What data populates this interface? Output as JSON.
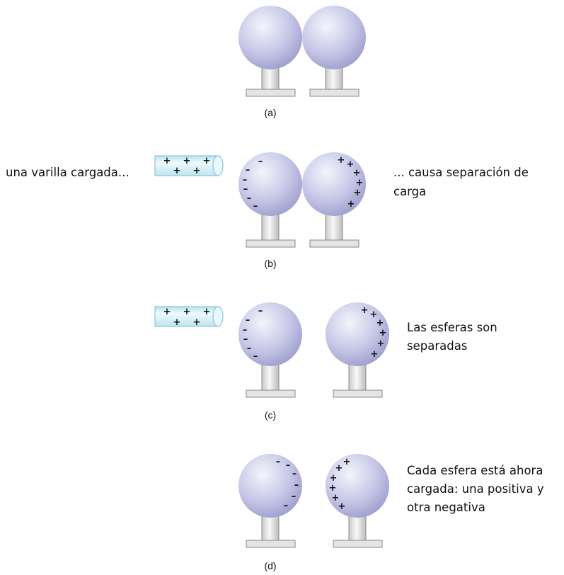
{
  "panels": {
    "a": {
      "caption": "(a)"
    },
    "b": {
      "caption": "(b)",
      "rod_label": "una varilla cargada...",
      "description_lines": [
        "... causa separación de",
        "carga"
      ]
    },
    "c": {
      "caption": "(c)",
      "description_lines": [
        "Las esferas son",
        "separadas"
      ]
    },
    "d": {
      "caption": "(d)",
      "description_lines": [
        "Cada esfera está ahora",
        "cargada: una positiva y",
        "otra negativa"
      ]
    }
  },
  "symbols": {
    "positive": "+",
    "negative": "–"
  },
  "colors": {
    "sphere_light": "#f4f4fb",
    "sphere_mid": "#c4c5e6",
    "sphere_dark": "#9a9bcb",
    "stand_fill": "#e6e6e6",
    "stand_stroke": "#8a8a8a",
    "rod_fill": "#d9f1f7",
    "rod_stroke": "#86c6d8"
  }
}
